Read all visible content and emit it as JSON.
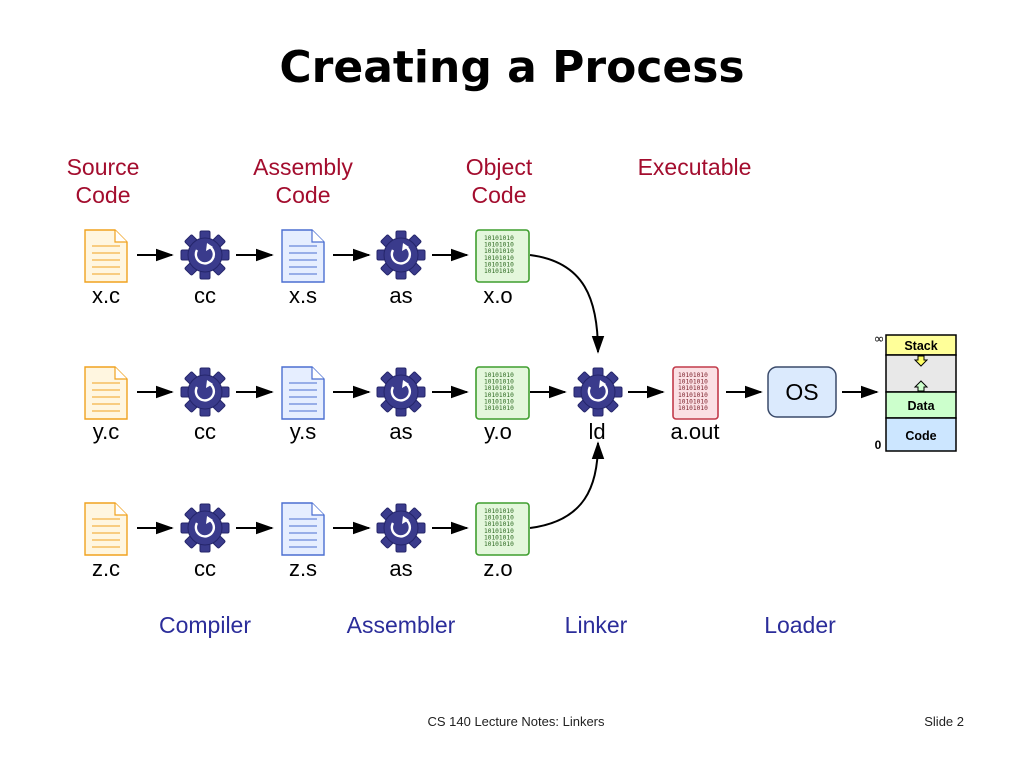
{
  "title": "Creating a Process",
  "headers": {
    "source": "Source\nCode",
    "assembly": "Assembly\nCode",
    "object": "Object\nCode",
    "executable": "Executable"
  },
  "rows": [
    {
      "source": "x.c",
      "compiler": "cc",
      "asm": "x.s",
      "assembler": "as",
      "obj": "x.o"
    },
    {
      "source": "y.c",
      "compiler": "cc",
      "asm": "y.s",
      "assembler": "as",
      "obj": "y.o"
    },
    {
      "source": "z.c",
      "compiler": "cc",
      "asm": "z.s",
      "assembler": "as",
      "obj": "z.o"
    }
  ],
  "linker_label": "ld",
  "executable_label": "a.out",
  "os_label": "OS",
  "binary_text": "10101010",
  "memory": {
    "top_marker": "∞",
    "bottom_marker": "0",
    "segments": {
      "stack": "Stack",
      "data": "Data",
      "code": "Code"
    }
  },
  "stages": {
    "compiler": "Compiler",
    "assembler": "Assembler",
    "linker": "Linker",
    "loader": "Loader"
  },
  "footer": {
    "course": "CS 140 Lecture Notes: Linkers",
    "slide": "Slide 2"
  },
  "colors": {
    "header_red": "#a30d2e",
    "stage_blue": "#2b2d9a",
    "gear": "#3a3b8c",
    "source_doc": "#f0a21f",
    "asm_doc": "#4b6fd1",
    "object_green": "#3f9e2f",
    "exec_red": "#c23a4a",
    "stack_yellow": "#ffff99",
    "data_green": "#ccffcc",
    "code_blue": "#cce6ff"
  }
}
